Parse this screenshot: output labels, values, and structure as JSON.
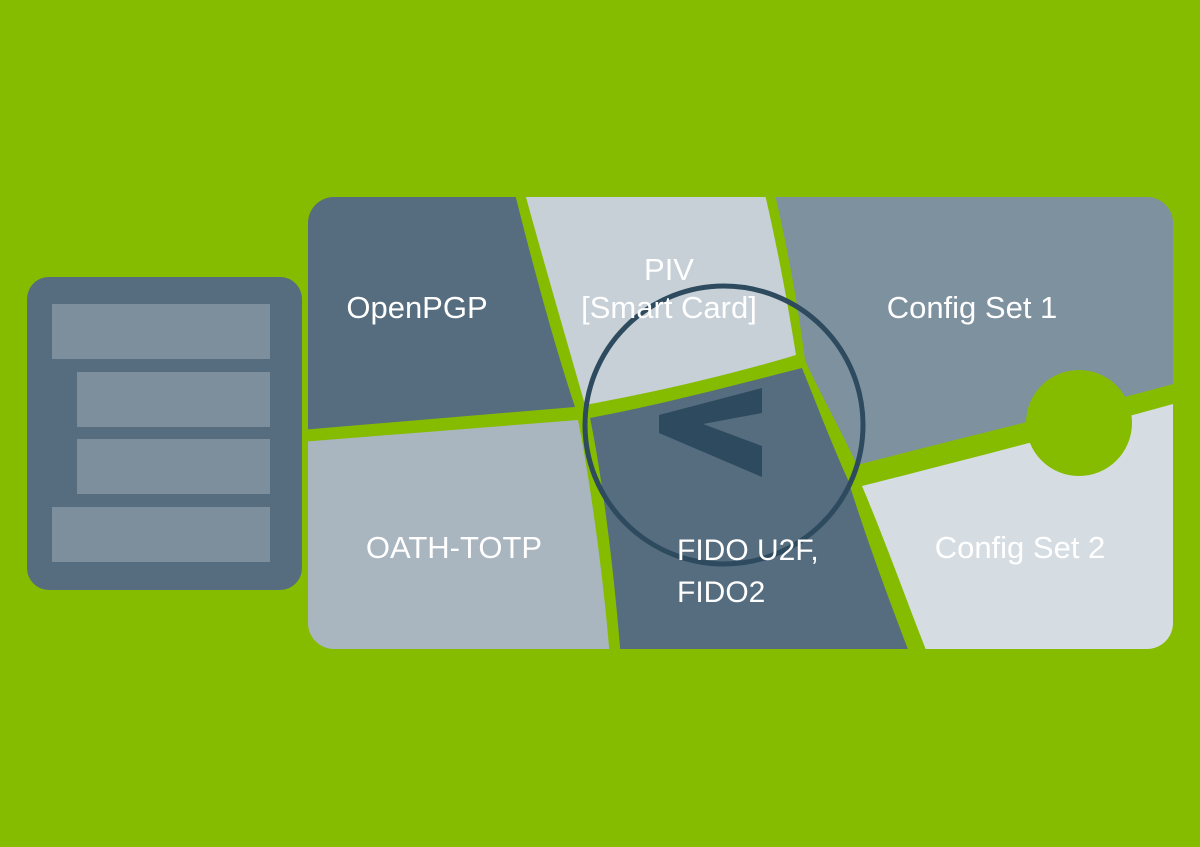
{
  "diagram": {
    "background_color": "#86bc00",
    "segments": [
      {
        "id": "openpgp",
        "lines": [
          "OpenPGP"
        ],
        "color": "#556d7f"
      },
      {
        "id": "piv",
        "lines": [
          "PIV",
          "[Smart Card]"
        ],
        "color": "#c7d0d7"
      },
      {
        "id": "config1",
        "lines": [
          "Config Set 1"
        ],
        "color": "#7e919f"
      },
      {
        "id": "oath",
        "lines": [
          "OATH-TOTP"
        ],
        "color": "#a9b5bf"
      },
      {
        "id": "fido",
        "lines": [
          "FIDO U2F,",
          "FIDO2"
        ],
        "color": "#556d7f"
      },
      {
        "id": "config2",
        "lines": [
          "Config Set 2"
        ],
        "color": "#d5dde3"
      }
    ],
    "connector": {
      "body_color": "#566d80",
      "pad_color": "#7d8f9c",
      "pad_count": 4
    },
    "center_logo": {
      "icon": "chevron-left-icon",
      "color": "#2e4a5e"
    },
    "touch_button": {
      "icon": "round-touch-sensor",
      "color": "#86bc00"
    }
  }
}
